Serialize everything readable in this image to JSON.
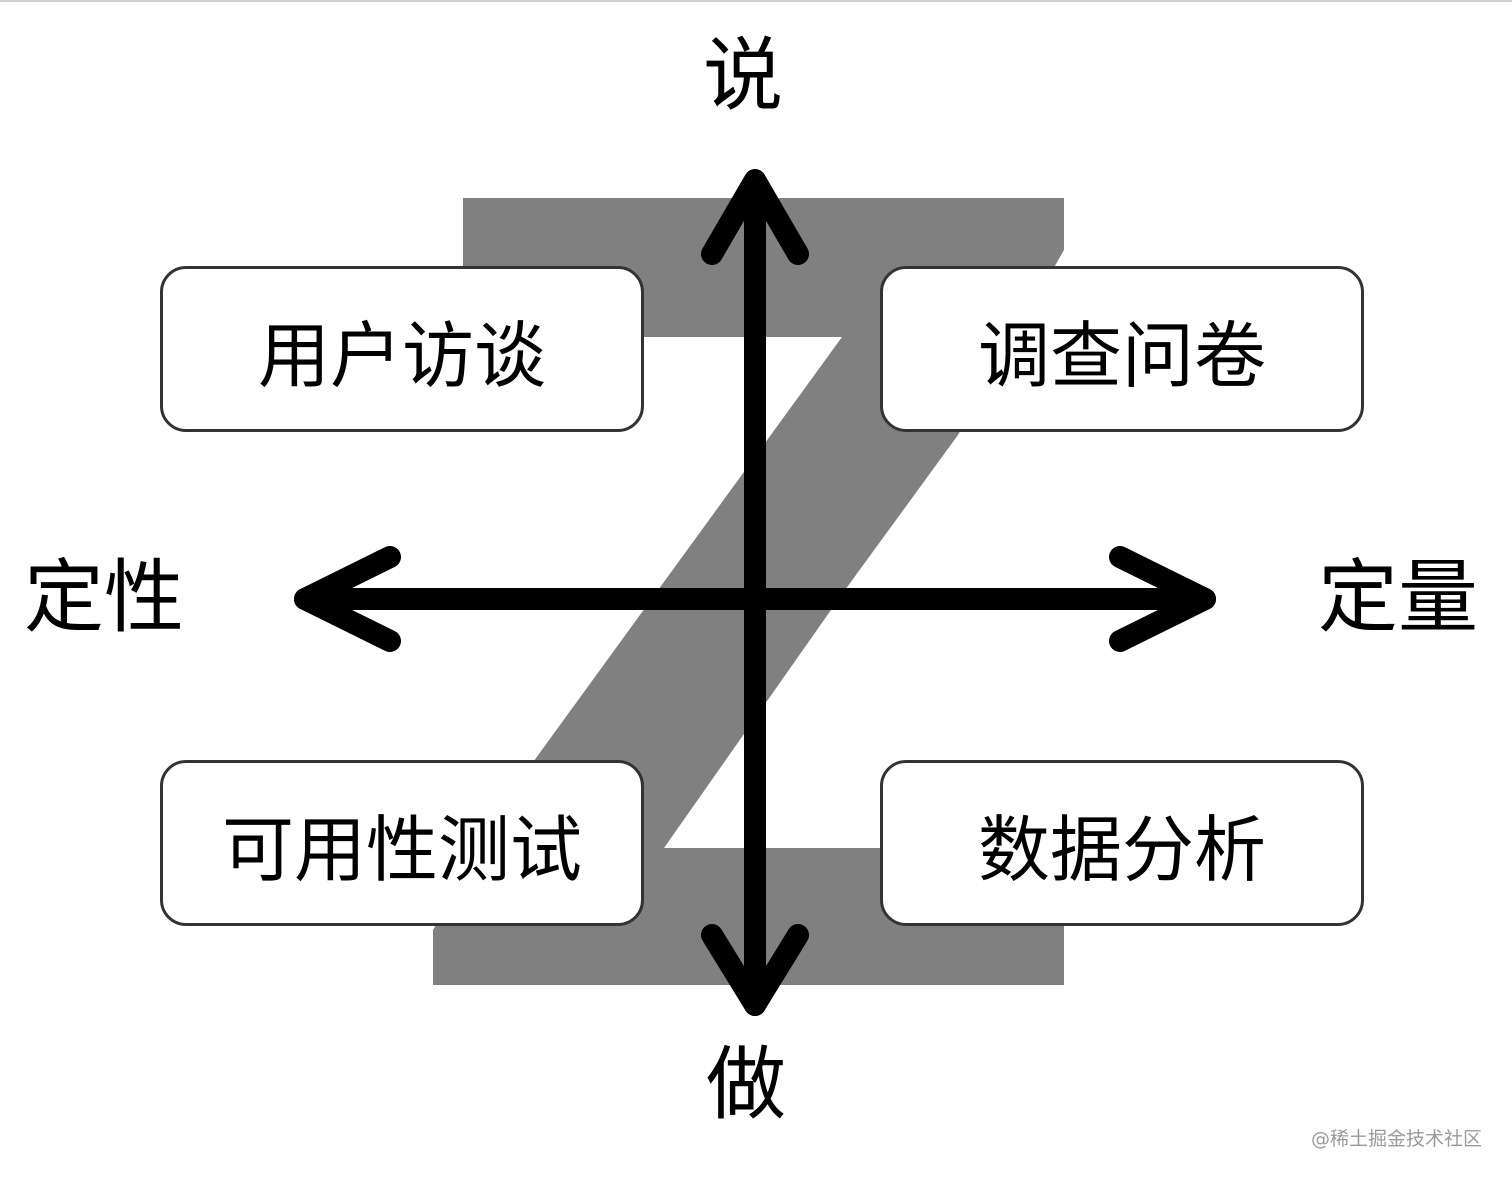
{
  "axes": {
    "top": "说",
    "bottom": "做",
    "left": "定性",
    "right": "定量"
  },
  "quadrants": {
    "top_left": "用户访谈",
    "top_right": "调查问卷",
    "bottom_left": "可用性测试",
    "bottom_right": "数据分析"
  },
  "watermark": "@稀土掘金技术社区",
  "colors": {
    "z_shape": "#808080",
    "arrows": "#000000",
    "box_border": "#333333",
    "box_fill": "#ffffff"
  }
}
